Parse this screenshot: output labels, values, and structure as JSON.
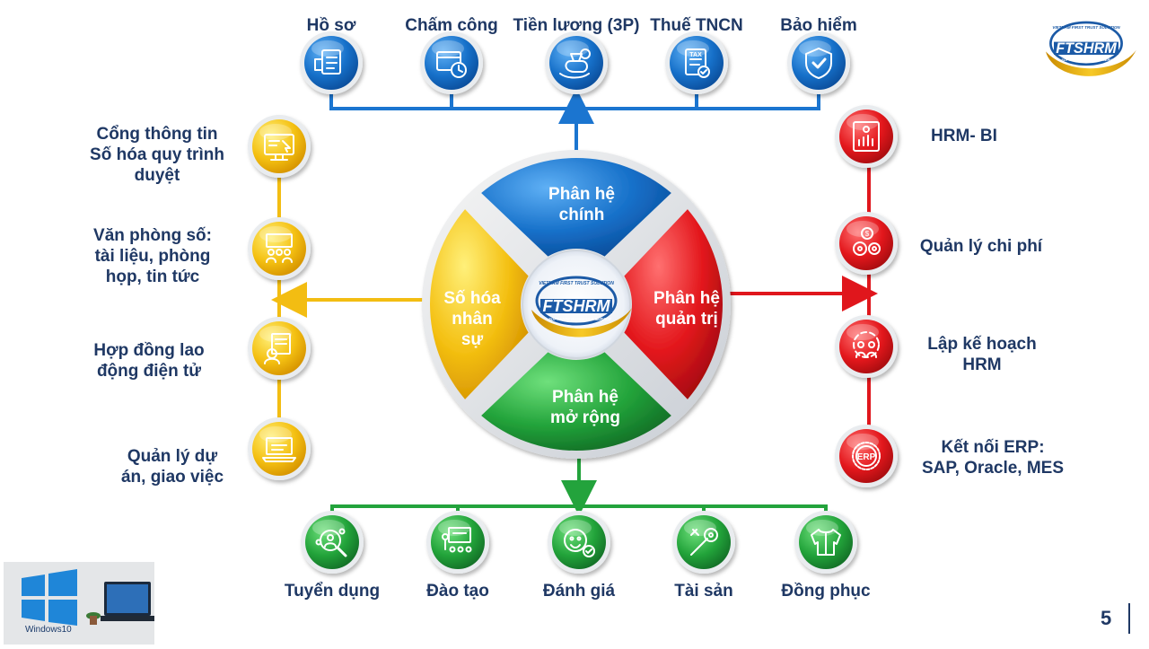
{
  "logo": {
    "brand": "FTSHRM",
    "arc_top": "VIETNAM FIRST TRUST SOLUTION",
    "arc_bottom": "SOFTWARE BUSINESS A SERVICE"
  },
  "center": {
    "top": [
      "Phân hệ",
      "chính"
    ],
    "right": [
      "Phân hệ",
      "quản trị"
    ],
    "bottom": [
      "Phân hệ",
      "mở rộng"
    ],
    "left": [
      "Số hóa",
      "nhân",
      "sự"
    ]
  },
  "top_items": [
    {
      "label": "Hồ sơ",
      "icon": "profile-document-icon"
    },
    {
      "label": "Chấm công",
      "icon": "timesheet-clock-icon"
    },
    {
      "label": "Tiền lương (3P)",
      "icon": "salary-money-icon"
    },
    {
      "label": "Thuế TNCN",
      "icon": "tax-document-icon"
    },
    {
      "label": "Bảo hiểm",
      "icon": "insurance-shield-icon"
    }
  ],
  "left_items": [
    {
      "lines": [
        "Cổng thông tin",
        "Số hóa quy trình",
        "duyệt"
      ],
      "icon": "monitor-portal-icon"
    },
    {
      "lines": [
        "Văn phòng số:",
        "tài liệu, phòng",
        "họp, tin tức"
      ],
      "icon": "meeting-office-icon"
    },
    {
      "lines": [
        "Hợp đồng lao",
        "động điện tử"
      ],
      "icon": "contract-signing-icon"
    },
    {
      "lines": [
        "Quản lý dự",
        "án, giao việc"
      ],
      "icon": "laptop-project-icon"
    }
  ],
  "right_items": [
    {
      "lines": [
        "HRM- BI"
      ],
      "icon": "bi-report-chart-icon"
    },
    {
      "lines": [
        "Quản lý chi phí"
      ],
      "icon": "cost-gears-icon"
    },
    {
      "lines": [
        "Lập kế hoạch",
        "HRM"
      ],
      "icon": "planning-team-icon"
    },
    {
      "lines": [
        "Kết nối ERP:",
        "SAP, Oracle, MES"
      ],
      "icon": "erp-connect-icon"
    }
  ],
  "bottom_items": [
    {
      "label": "Tuyển dụng",
      "icon": "recruitment-search-icon"
    },
    {
      "label": "Đào tạo",
      "icon": "training-board-icon"
    },
    {
      "label": "Đánh giá",
      "icon": "evaluation-face-icon"
    },
    {
      "label": "Tài sản",
      "icon": "asset-wrench-icon"
    },
    {
      "label": "Đồng phục",
      "icon": "uniform-shirt-icon"
    }
  ],
  "windows": {
    "caption": "Windows10"
  },
  "page_number": "5",
  "colors": {
    "blue": "#1b75d0",
    "red": "#e0161c",
    "green": "#23a33c",
    "yellow": "#f3bd12",
    "navy": "#1f3864"
  }
}
